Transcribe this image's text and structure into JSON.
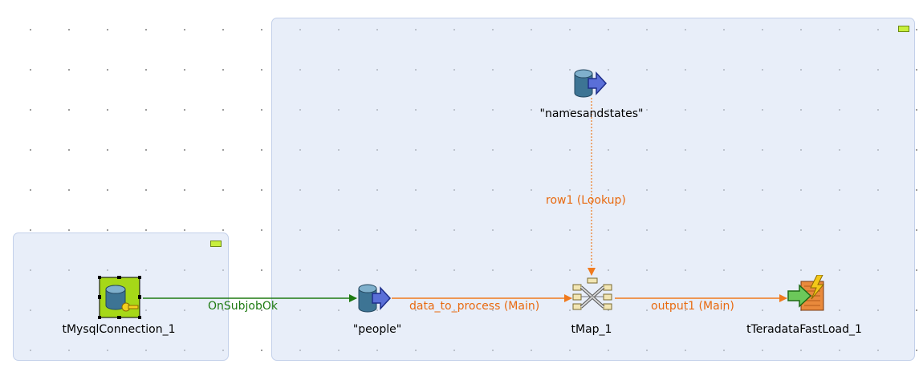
{
  "components": {
    "mysql": {
      "label": "tMysqlConnection_1",
      "icon": "mysql-connection-icon"
    },
    "people": {
      "label": "\"people\"",
      "icon": "database-input-icon"
    },
    "names": {
      "label": "\"namesandstates\"",
      "icon": "database-input-icon"
    },
    "tmap": {
      "label": "tMap_1",
      "icon": "tmap-icon"
    },
    "teradata": {
      "label": "tTeradataFastLoad_1",
      "icon": "teradata-fastload-icon"
    }
  },
  "links": {
    "onsubjob": "OnSubjobOk",
    "data_to_process": "data_to_process (Main)",
    "lookup": "row1 (Lookup)",
    "output": "output1 (Main)"
  },
  "colors": {
    "trigger_link": "#1e7a12",
    "main_link": "#f07a1e",
    "lookup_link": "#f07a1e",
    "subjob_bg": "#d6e0f4",
    "selection": "#a6d818"
  }
}
